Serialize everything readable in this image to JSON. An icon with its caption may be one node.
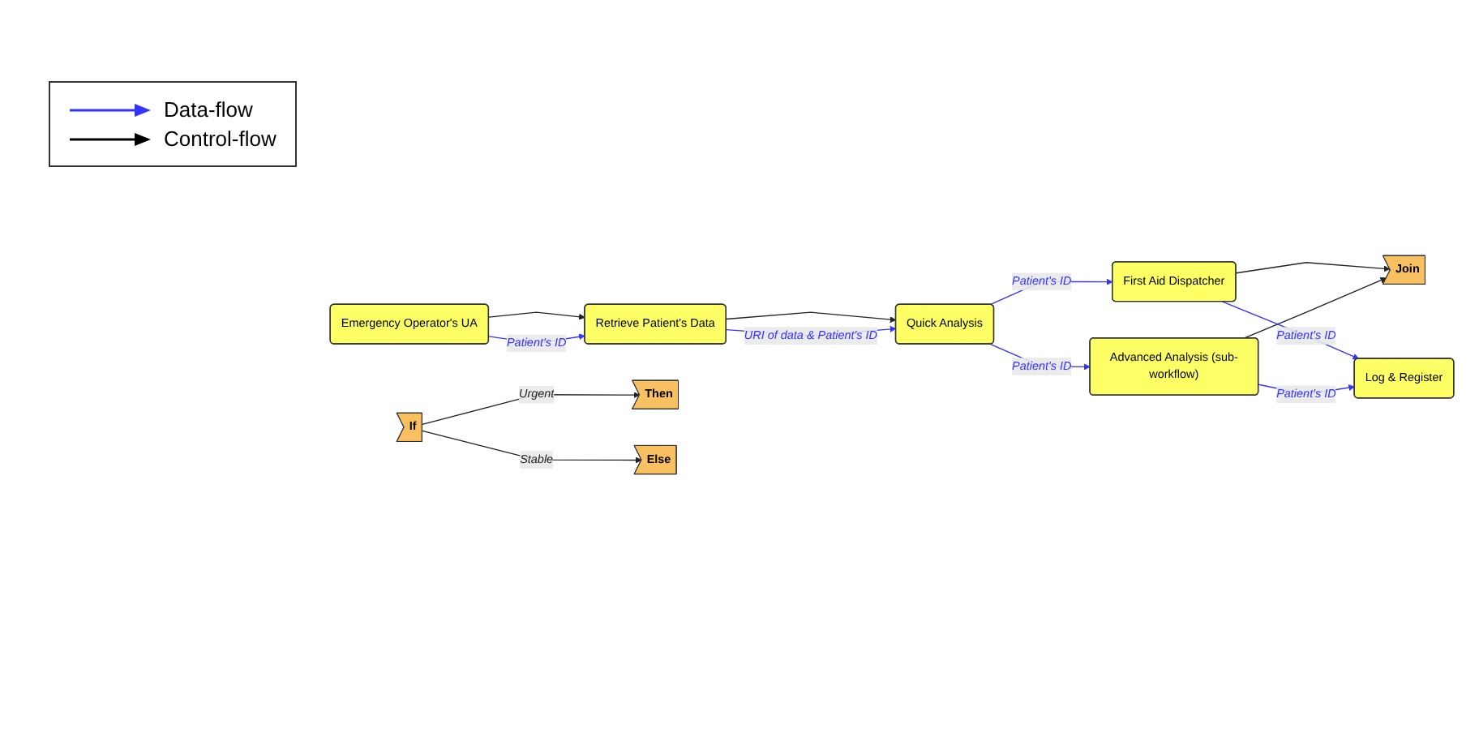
{
  "diagram": {
    "nodes": [
      {
        "text": [
          "Emergency Operator's UA"
        ]
      },
      {
        "text": [
          "Retrieve Patient's Data"
        ]
      },
      {
        "text": [
          "Quick Analysis"
        ]
      },
      {
        "text": [
          "If"
        ]
      },
      {
        "text": [
          "Then"
        ]
      },
      {
        "text": [
          "First Aid Dispatcher"
        ]
      },
      {
        "text": [
          "Else"
        ]
      },
      {
        "text": [
          "Advanced Analysis (sub-workflow)"
        ]
      },
      {
        "text": [
          "Join"
        ]
      },
      {
        "text": [
          "Log & Register"
        ]
      }
    ],
    "edges": [
      {
        "from": 0,
        "to": 1,
        "arrow": "to"
      },
      {
        "from": 0,
        "to": 1,
        "arrow": "to",
        "label": "Patient's ID",
        "color": "#3333ff"
      },
      {
        "from": 1,
        "to": 2,
        "arrow": "to"
      },
      {
        "from": 1,
        "to": 2,
        "arrow": "to",
        "label": "URI of data & Patient's ID",
        "color": "#3333ff"
      },
      {
        "from": 3,
        "to": 4,
        "arrow": "to",
        "label": "Urgent"
      },
      {
        "from": 3,
        "to": 6,
        "arrow": "to",
        "label": "Stable"
      },
      {
        "from": 2,
        "to": 5,
        "arrow": "to",
        "label": "Patient's ID",
        "color": "#3333ff"
      },
      {
        "from": 2,
        "to": 7,
        "arrow": "to",
        "label": "Patient's ID",
        "color": "#3333ff"
      },
      {
        "from": 5,
        "to": 8,
        "arrow": "to"
      },
      {
        "from": 7,
        "to": 8,
        "arrow": "to"
      },
      {
        "from": 5,
        "to": 9,
        "arrow": "to",
        "label": "Patient's ID",
        "color": "#3333ff"
      },
      {
        "from": 7,
        "to": 9,
        "arrow": "to",
        "label": "Patient's ID",
        "color": "#3333ff"
      }
    ],
    "legend": [
      {
        "text": "Data-flow"
      },
      {
        "text": "Control-flow"
      }
    ]
  }
}
